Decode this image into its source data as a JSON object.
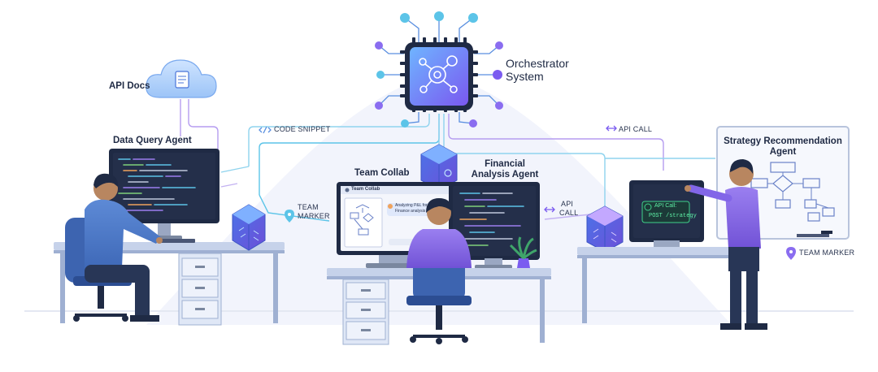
{
  "labels": {
    "api_docs": "API Docs",
    "orchestrator_line1": "Orchestrator",
    "orchestrator_line2": "System",
    "code_snippet": "CODE SNIPPET",
    "api_call_top": "API CALL",
    "data_query_agent": "Data Query Agent",
    "team_collab": "Team Collab",
    "financial_line1": "Financial",
    "financial_line2": "Analysis Agent",
    "team_marker_left_line1": "TEAM",
    "team_marker_left_line2": "MARKER",
    "api_call_mid_line1": "API",
    "api_call_mid_line2": "CALL",
    "strategy_line1": "Strategy Recommendation",
    "strategy_line2": "Agent",
    "team_marker_right": "TEAM MARKER"
  },
  "screens": {
    "collab_title": "Team Collab",
    "collab_chat_line1": "Analyzing P&L for",
    "collab_chat_line2": "Finance analysis",
    "api_call_label": "API Call:",
    "api_call_endpoint": "POST /strategy"
  },
  "icons": {
    "code": "code-brackets-icon",
    "api_arrows": "double-arrow-icon",
    "marker": "location-pin-icon",
    "document": "document-icon",
    "gears": "gears-icon",
    "info": "info-icon"
  },
  "colors": {
    "accent": "#6a5cf0",
    "cyan_link": "#5cc4e8",
    "violet_link": "#b59cf0",
    "ink": "#1f2a44"
  }
}
